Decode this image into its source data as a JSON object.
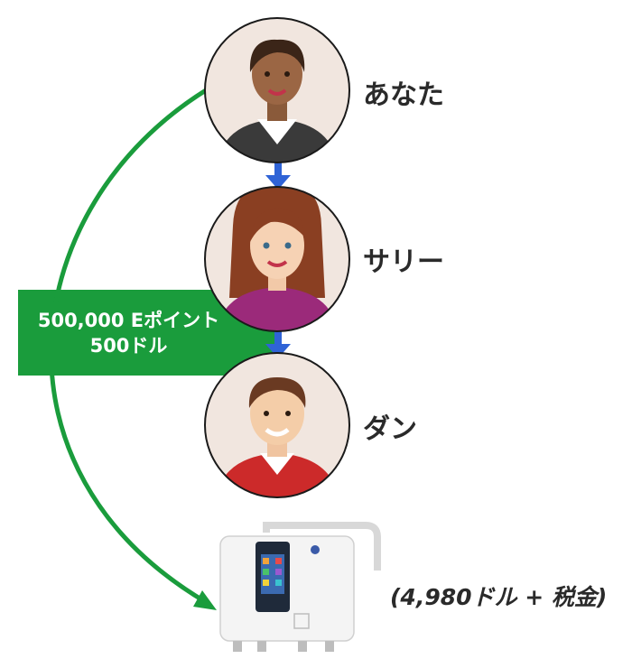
{
  "people": [
    {
      "id": "you",
      "label": "あなた"
    },
    {
      "id": "sally",
      "label": "サリー"
    },
    {
      "id": "dan",
      "label": "ダン"
    }
  ],
  "reward": {
    "line1": "500,000 Eポイント",
    "line2": "500ドル"
  },
  "product": {
    "price": "(4,980ドル + 税金)"
  },
  "colors": {
    "green": "#1a9c3c",
    "arrow_blue": "#2f63d6",
    "circle_bg": "#f1e6df"
  }
}
